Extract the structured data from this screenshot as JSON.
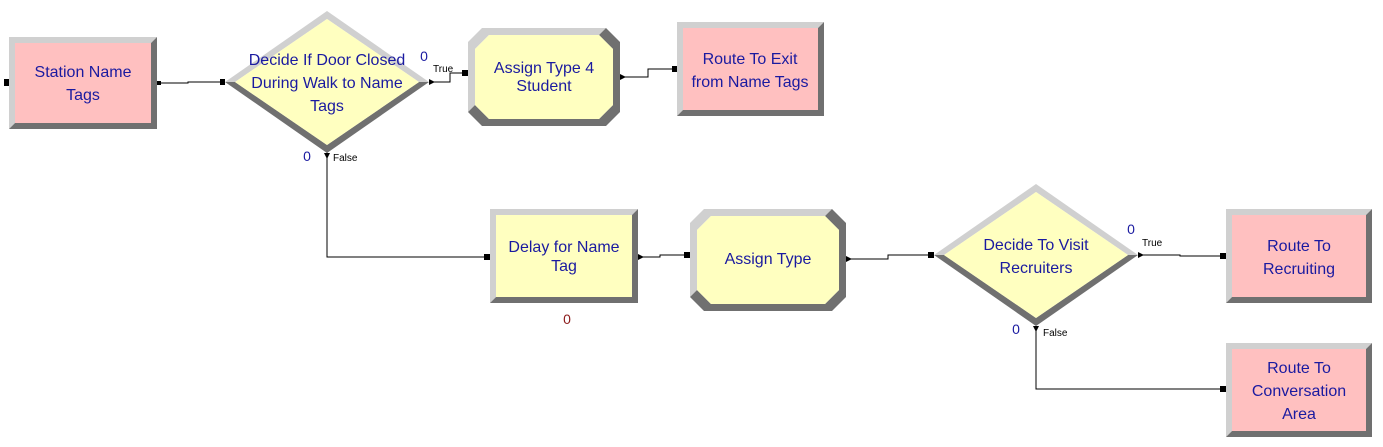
{
  "colors": {
    "route_fill": "#ffc0c0",
    "process_fill": "#ffffc0",
    "bevel": "#a0a0a0",
    "label_text": "#1a1aa0",
    "counter_text": "#1a1aa0",
    "delay_counter": "#8b1a1a"
  },
  "modules": {
    "station_name_tags": {
      "type": "station",
      "lines": [
        "Station Name",
        "Tags"
      ]
    },
    "decide_door_closed": {
      "type": "decide",
      "lines": [
        "Decide If Door Closed",
        "During Walk to Name",
        "Tags"
      ],
      "true_label": "True",
      "false_label": "False",
      "counter_true": "0",
      "counter_false": "0"
    },
    "assign_type4": {
      "type": "assign",
      "lines": [
        "Assign Type 4",
        "Student"
      ]
    },
    "route_exit": {
      "type": "route",
      "lines": [
        "Route To Exit",
        "from Name Tags"
      ]
    },
    "delay_name_tag": {
      "type": "process",
      "lines": [
        "Delay for Name",
        "Tag"
      ],
      "counter": "0"
    },
    "assign_type": {
      "type": "assign",
      "lines": [
        "Assign Type"
      ]
    },
    "decide_visit": {
      "type": "decide",
      "lines": [
        "Decide To Visit",
        "Recruiters"
      ],
      "true_label": "True",
      "false_label": "False",
      "counter_true": "0",
      "counter_false": "0"
    },
    "route_recruiting": {
      "type": "route",
      "lines": [
        "Route To",
        "Recruiting"
      ]
    },
    "route_conversation": {
      "type": "route",
      "lines": [
        "Route To",
        "Conversation",
        "Area"
      ]
    }
  }
}
